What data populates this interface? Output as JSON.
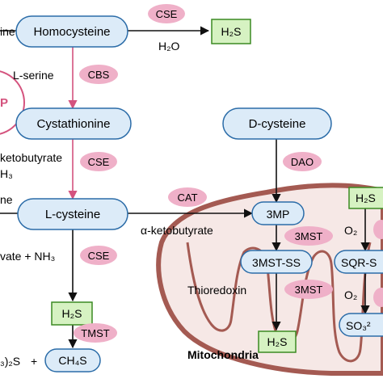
{
  "nodes": {
    "homocysteine": "Homocysteine",
    "cystathionine": "Cystathionine",
    "l_cysteine": "L-cysteine",
    "d_cysteine": "D-cysteine",
    "h2s_top": "H₂S",
    "h2s_left": "H₂S",
    "h2s_mito": "H₂S",
    "h2s_right": "H₂S",
    "ch4s": "CH₄S",
    "mp3": "3MP",
    "mst_ss": "3MST-SS",
    "sqr": "SQR-S",
    "so3": "SO₃²"
  },
  "enzymes": {
    "cse_top": "CSE",
    "cbs": "CBS",
    "cse_mid": "CSE",
    "cse_low": "CSE",
    "tmst": "TMST",
    "cat": "CAT",
    "dao": "DAO",
    "mst_1": "3MST",
    "mst_2": "3MST"
  },
  "labels": {
    "h2o": "H₂O",
    "l_serine": "L-serine",
    "ketobutyrate_top": "ketobutyrate",
    "nh3_top": "H₃",
    "ine": "ine",
    "ne": "ne",
    "pyruvate": "vate + NH₃",
    "alpha_ketobutyrate": "α-ketobutyrate",
    "thioredoxin": "Thioredoxin",
    "mitochondria": "Mitochondria",
    "o2_a": "O₂",
    "o2_b": "O₂",
    "bottom_left": "₃)₂S",
    "plus": "+",
    "partial_p": "P"
  },
  "colors": {
    "node_fill": "#dcebf8",
    "node_stroke": "#2b6ca8",
    "h2s_fill": "#d6f2c2",
    "h2s_stroke": "#3c8a23",
    "enzyme_fill": "#efb0c8",
    "pink_arrow": "#d4537e",
    "mito_fill": "#f6e8e6",
    "mito_stroke": "#a45a52"
  }
}
